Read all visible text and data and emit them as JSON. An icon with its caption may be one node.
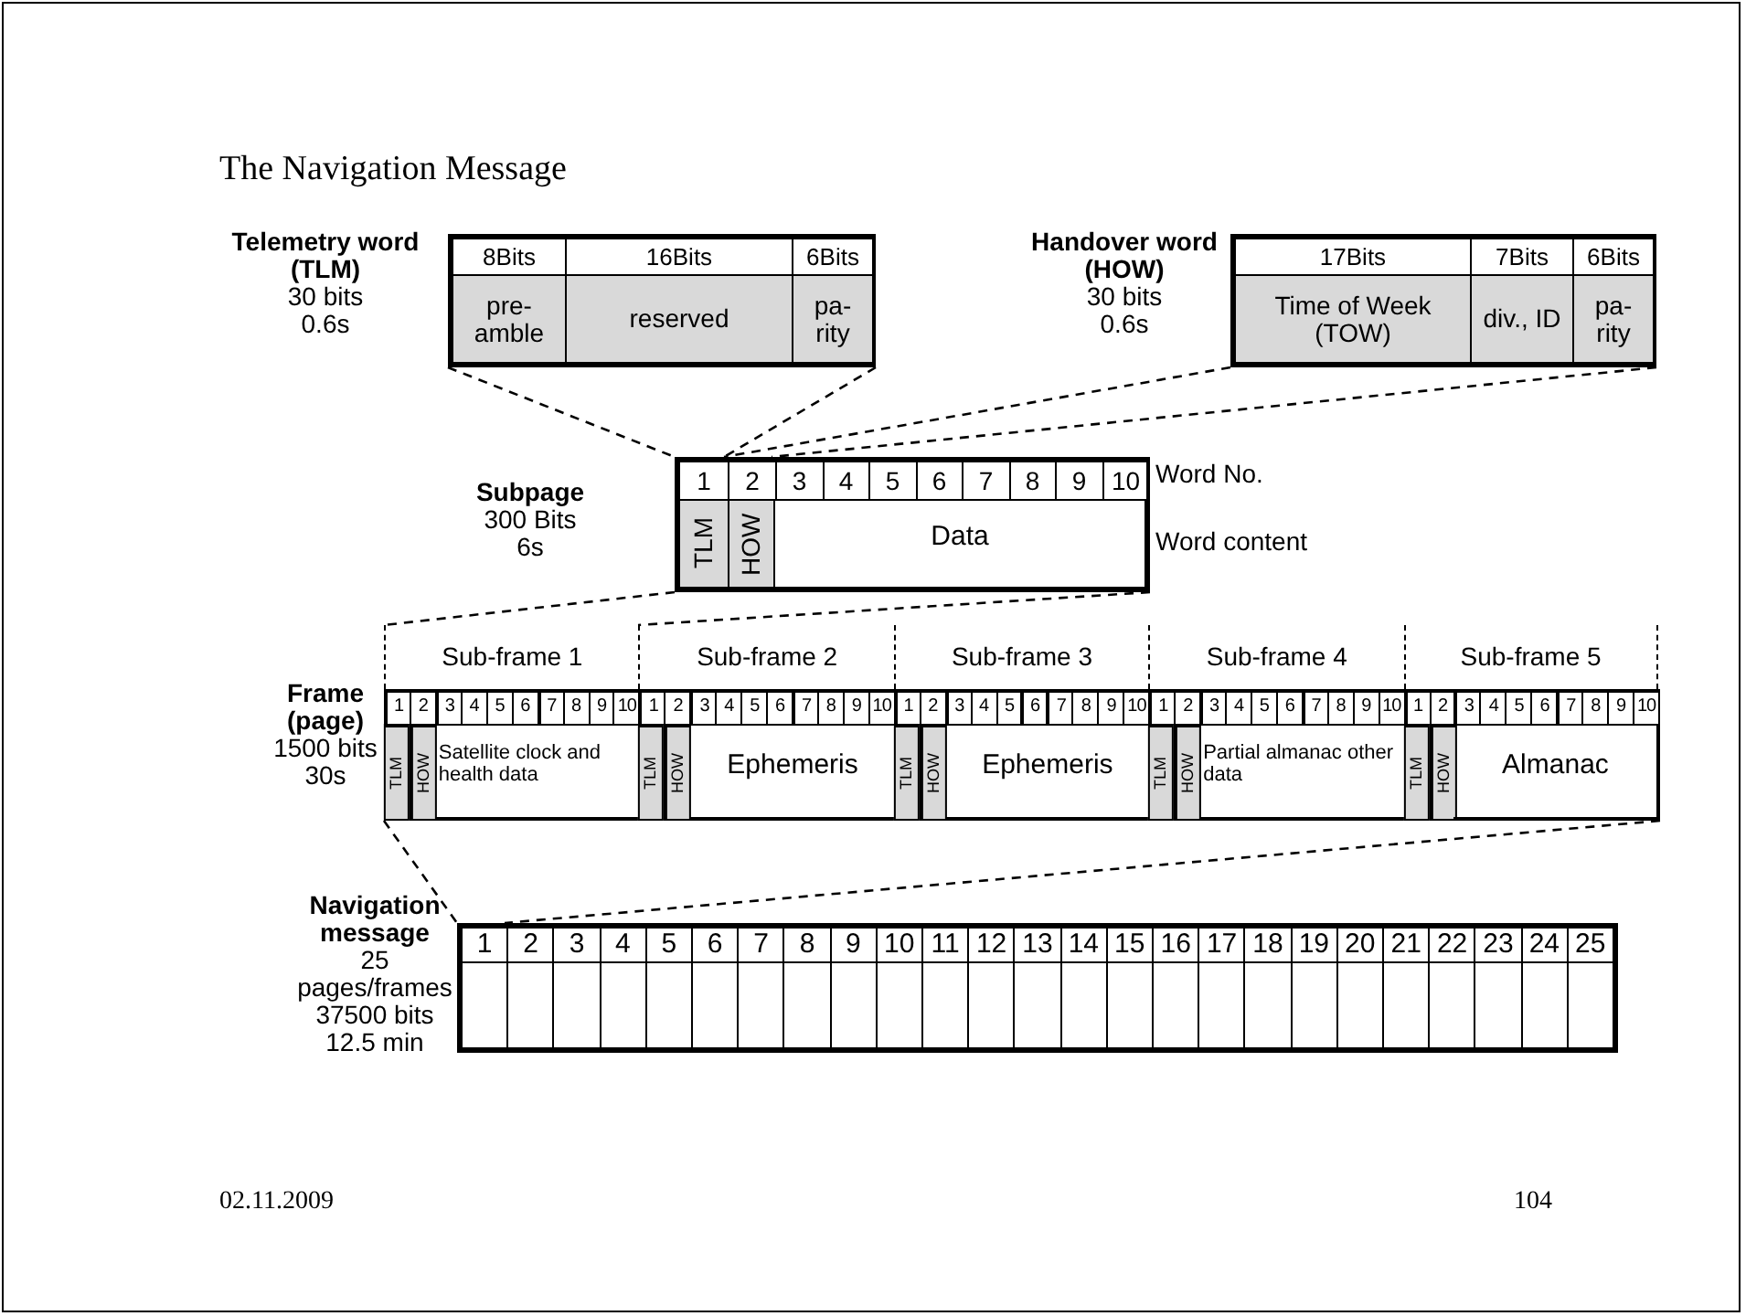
{
  "diagram": {
    "title": "The Navigation Message",
    "nodes": [
      {
        "text": [],
        "shape": "box"
      },
      {
        "text": [],
        "shape": "box"
      },
      {
        "text": [],
        "shape": "box"
      },
      {
        "text": [],
        "shape": "box"
      },
      {
        "text": [],
        "shape": "box"
      }
    ],
    "edges": [
      {
        "from": 0,
        "to": 2,
        "arrow": "none",
        "style": "dashed"
      },
      {
        "from": 1,
        "to": 2,
        "arrow": "none",
        "style": "dashed"
      },
      {
        "from": 2,
        "to": 3,
        "arrow": "none",
        "style": "dashed"
      },
      {
        "from": 3,
        "to": 4,
        "arrow": "none",
        "style": "dashed"
      }
    ],
    "labels": [
      "Telemetry word (TLM)",
      "30 bits",
      "0.6s",
      "8Bits",
      "16Bits",
      "6Bits",
      "pre- amble",
      "reserved",
      "pa- rity",
      "Handover word (HOW)",
      "30 bits",
      "0.6s",
      "17Bits",
      "7Bits",
      "6Bits",
      "Time of Week (TOW)",
      "div., ID",
      "pa- rity",
      "Subpage",
      "300 Bits",
      "6s",
      "1",
      "2",
      "3",
      "4",
      "5",
      "6",
      "7",
      "8",
      "9",
      "10",
      "Word No.",
      "TLM",
      "HOW",
      "Data",
      "Word content",
      "Sub-frame 1",
      "Sub-frame 2",
      "Sub-frame 3",
      "Sub-frame 4",
      "Sub-frame 5",
      "Frame (page)",
      "1500 bits",
      "30s",
      "1",
      "2",
      "3",
      "4",
      "5",
      "6",
      "7",
      "8",
      "9",
      "10",
      "1",
      "2",
      "3",
      "4",
      "5",
      "6",
      "7",
      "8",
      "9",
      "10",
      "1",
      "2",
      "3",
      "4",
      "5",
      "6",
      "7",
      "8",
      "9",
      "10",
      "1",
      "2",
      "3",
      "4",
      "5",
      "6",
      "7",
      "8",
      "9",
      "10",
      "1",
      "2",
      "3",
      "4",
      "5",
      "6",
      "7",
      "8",
      "9",
      "10",
      "TLM",
      "HOW",
      "Satellite clock and health data",
      "TLM",
      "HOW",
      "Ephemeris",
      "TLM",
      "HOW",
      "Ephemeris",
      "TLM",
      "HOW",
      "Partial almanac other data",
      "TLM",
      "HOW",
      "Almanac",
      "Navigation message",
      "25 pages/frames",
      "37500 bits",
      "12.5 min",
      "1",
      "2",
      "3",
      "4",
      "5",
      "6",
      "7",
      "8",
      "9",
      "10",
      "11",
      "12",
      "13",
      "14",
      "15",
      "16",
      "17",
      "18",
      "19",
      "20",
      "21",
      "22",
      "23",
      "24",
      "25",
      "02.11.2009",
      "104"
    ]
  }
}
